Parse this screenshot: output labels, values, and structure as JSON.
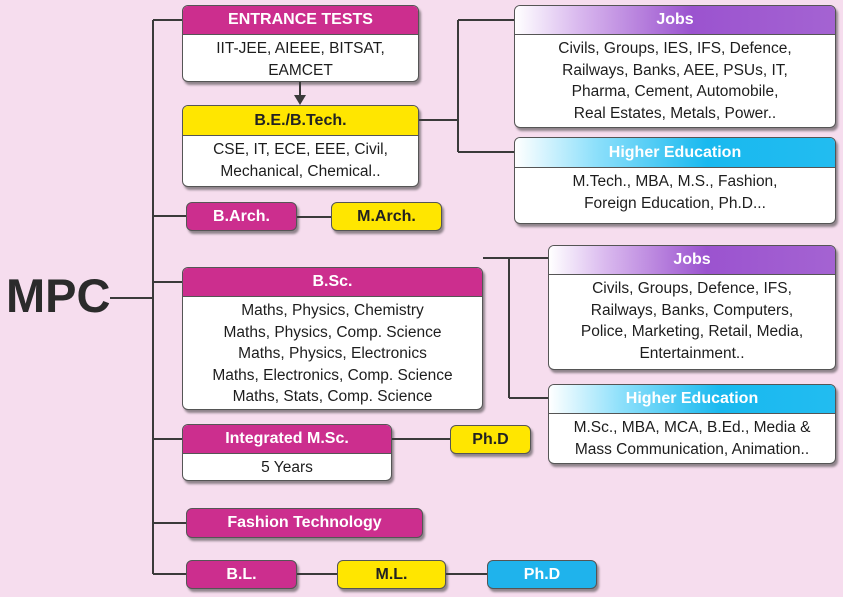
{
  "root": "MPC",
  "entrance": {
    "title": "ENTRANCE TESTS",
    "lines": [
      "IIT-JEE, AIEEE, BITSAT,",
      "EAMCET"
    ]
  },
  "betech": {
    "title": "B.E./B.Tech.",
    "lines": [
      "CSE, IT, ECE, EEE, Civil,",
      "Mechanical, Chemical.."
    ]
  },
  "jobs1": {
    "title": "Jobs",
    "lines": [
      "Civils, Groups, IES, IFS, Defence,",
      "Railways, Banks, AEE, PSUs, IT,",
      "Pharma, Cement, Automobile,",
      "Real Estates, Metals, Power.."
    ]
  },
  "higher1": {
    "title": "Higher Education",
    "lines": [
      "M.Tech., MBA, M.S., Fashion,",
      "Foreign Education, Ph.D..."
    ]
  },
  "barch": "B.Arch.",
  "march": "M.Arch.",
  "bsc": {
    "title": "B.Sc.",
    "lines": [
      "Maths, Physics, Chemistry",
      "Maths, Physics, Comp. Science",
      "Maths, Physics, Electronics",
      "Maths, Electronics, Comp. Science",
      "Maths, Stats, Comp. Science"
    ]
  },
  "jobs2": {
    "title": "Jobs",
    "lines": [
      "Civils, Groups, Defence, IFS,",
      "Railways, Banks, Computers,",
      "Police, Marketing, Retail, Media,",
      "Entertainment.."
    ]
  },
  "higher2": {
    "title": "Higher Education",
    "lines": [
      "M.Sc., MBA, MCA, B.Ed., Media &",
      "Mass Communication, Animation.."
    ]
  },
  "imsc": {
    "title": "Integrated M.Sc.",
    "lines": [
      "5 Years"
    ]
  },
  "phd1": "Ph.D",
  "fashion": "Fashion Technology",
  "bl": "B.L.",
  "ml": "M.L.",
  "phd2": "Ph.D",
  "colors": {
    "background": "#f6ddee",
    "magenta": "#cc2e8e",
    "yellow": "#ffe600",
    "purple": "#9b53cf",
    "cyan": "#19b9ef",
    "blue": "#1fb3ec",
    "connector": "#3a3a3a"
  }
}
